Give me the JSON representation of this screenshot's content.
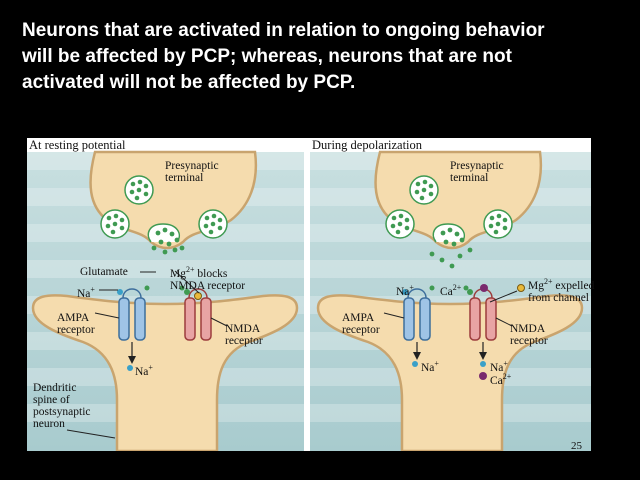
{
  "slide": {
    "title_lines": [
      "Neurons that are activated in relation to ongoing behavior",
      "will be affected by PCP; whereas, neurons that are not",
      "activated will not be affected by PCP."
    ],
    "page_number": "25"
  },
  "left_panel": {
    "title": "At resting potential",
    "presynaptic": [
      "Presynaptic",
      "terminal"
    ],
    "glutamate": "Glutamate",
    "na_ion": "Na",
    "na_sup": "+",
    "mg_block": [
      "Mg",
      "2+",
      " blocks"
    ],
    "nmda_receptor_line2": "NMDA receptor",
    "ampa": [
      "AMPA",
      "receptor"
    ],
    "nmda": [
      "NMDA",
      "receptor"
    ],
    "na_bottom": "Na",
    "dendritic": [
      "Dendritic",
      "spine of",
      "postsynaptic",
      "neuron"
    ]
  },
  "right_panel": {
    "title": "During depolarization",
    "presynaptic": [
      "Presynaptic",
      "terminal"
    ],
    "na_ion": "Na",
    "ca_ion": "Ca",
    "mg_expelled": [
      "Mg",
      "2+",
      " expelled",
      "from channel"
    ],
    "ampa": [
      "AMPA",
      "receptor"
    ],
    "nmda": [
      "NMDA",
      "receptor"
    ],
    "na_bottom_ampa": "Na",
    "na_bottom_nmda": "Na",
    "ca_bottom_nmda": "Ca"
  },
  "colors": {
    "background_bands": [
      "#bfd9da",
      "#a9cdd0"
    ],
    "membrane_fill": "#f5dcae",
    "membrane_stroke": "#c9a46e",
    "vesicle": "#3f9a52",
    "ampa_receptor": "#9fc4e6",
    "nmda_receptor": "#e8a4a4",
    "mg_ion": "#e9b93a",
    "na_ion": "#3aa0c8",
    "ca_ion": "#7a2a6e"
  }
}
